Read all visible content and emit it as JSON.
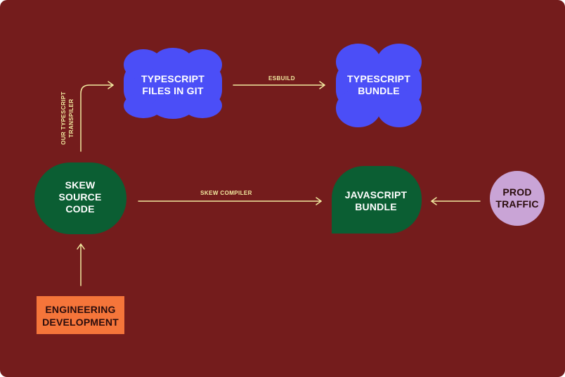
{
  "colors": {
    "background": "#741c1c",
    "blue": "#4b4ef7",
    "green": "#0b5e33",
    "purple": "#c9a4d6",
    "orange": "#f5753a",
    "arrow": "#f2eaa0"
  },
  "nodes": {
    "ts_files": [
      "TYPESCRIPT",
      "FILES IN GIT"
    ],
    "ts_bundle": [
      "TYPESCRIPT",
      "BUNDLE"
    ],
    "skew_source": [
      "SKEW",
      "SOURCE",
      "CODE"
    ],
    "js_bundle": [
      "JAVASCRIPT",
      "BUNDLE"
    ],
    "prod_traffic": [
      "PROD",
      "TRAFFIC"
    ],
    "eng_dev": [
      "ENGINEERING",
      "DEVELOPMENT"
    ]
  },
  "edges": {
    "esbuild": "ESBUILD",
    "skew_compiler": "SKEW COMPILER",
    "transpiler": [
      "OUR TYPESCRIPT",
      "TRANSPILER"
    ]
  }
}
